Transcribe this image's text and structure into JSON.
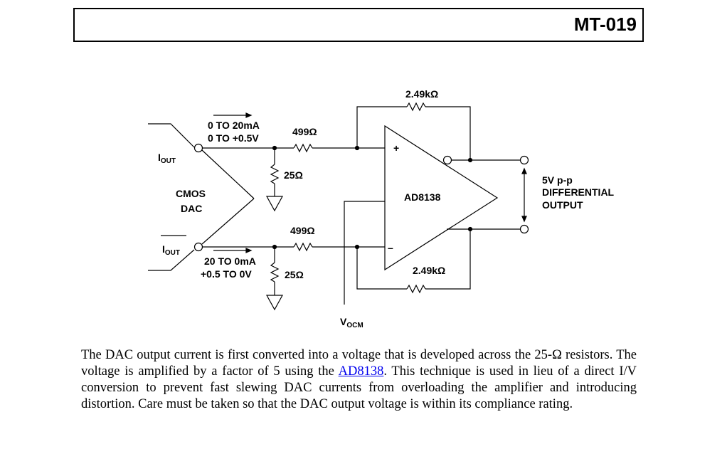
{
  "header": {
    "title": "MT-019"
  },
  "schematic": {
    "iout_label": "I",
    "iout_sub": "OUT",
    "iout_bar_label": "I",
    "iout_bar_sub": "OUT",
    "dac_line1": "CMOS",
    "dac_line2": "DAC",
    "top_current": "0 TO 20mA",
    "top_voltage": "0 TO +0.5V",
    "bottom_current": "20 TO 0mA",
    "bottom_voltage": "+0.5 TO 0V",
    "r_in_top": "499Ω",
    "r_in_bottom": "499Ω",
    "r_shunt_top": "25Ω",
    "r_shunt_bottom": "25Ω",
    "r_fb_top": "2.49kΩ",
    "r_fb_bottom": "2.49kΩ",
    "amp_name": "AD8138",
    "plus_sign": "+",
    "minus_sign": "–",
    "vocm_label": "V",
    "vocm_sub": "OCM",
    "out_line1": "5V p-p",
    "out_line2": "DIFFERENTIAL",
    "out_line3": "OUTPUT"
  },
  "paragraph": {
    "text_before_link": "The DAC output current is first converted into a voltage that is developed across the 25-Ω resistors. The voltage is amplified by a factor of 5 using the ",
    "link_text": "AD8138",
    "text_after_link": ". This technique is used in lieu of a direct I/V conversion to prevent fast slewing DAC currents from overloading the amplifier and introducing distortion. Care must be taken so that the DAC output voltage is within its compliance rating."
  }
}
